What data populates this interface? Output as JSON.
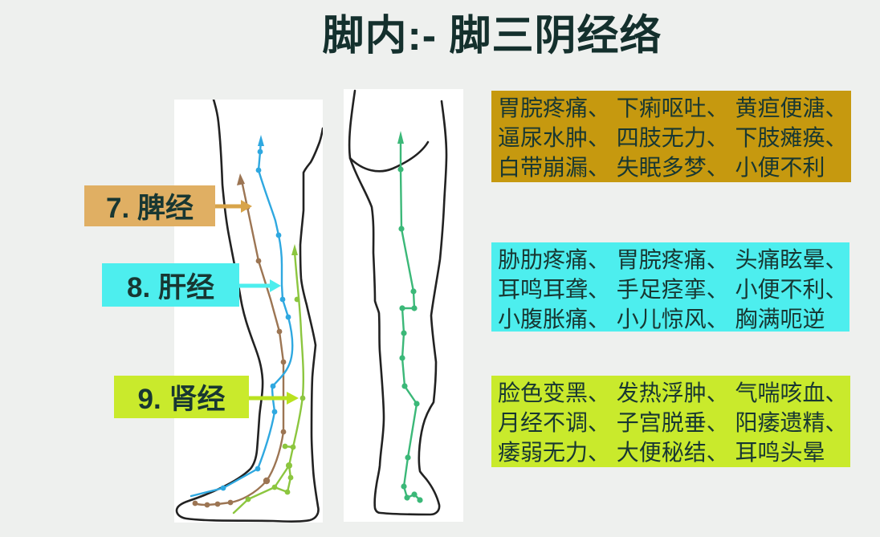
{
  "title": "脚内:- 脚三阴经络",
  "labels": {
    "spleen": "7. 脾经",
    "liver": "8. 肝经",
    "kidney": "9. 肾经"
  },
  "symptom_boxes": {
    "spleen": {
      "lines": [
        "胃脘疼痛、 下痢呕吐、 黄疸便溏、",
        "逼尿水肿、 四肢无力、 下肢瘫痪、",
        "白带崩漏、 失眠多梦、 小便不利"
      ]
    },
    "liver": {
      "lines": [
        "胁肋疼痛、 胃脘疼痛、 头痛眩晕、",
        "耳鸣耳聋、 手足痉挛、 小便不利、",
        "小腹胀痛、 小儿惊风、 胸满呃逆"
      ]
    },
    "kidney": {
      "lines": [
        "脸色变黑、 发热浮肿、 气喘咳血、",
        "月经不调、 子宫脱垂、 阳痿遗精、",
        "痿弱无力、 大便秘结、 耳鸣头晕"
      ]
    }
  },
  "colors": {
    "page_bg": "#eef0ee",
    "panel_bg": "#ffffff",
    "title_text": "#14302d",
    "text_dark": "#183732",
    "gold_box_bg": "#c6990f",
    "tan_label_bg": "#e0af63",
    "tan_arrow": "#d8a44a",
    "cyan_bg": "#4deeee",
    "lime_bg": "#c9ea2c",
    "lime_arrow": "#b9e21f",
    "blue_line": "#2fa8e0",
    "brown_line": "#9c7553",
    "lime_line": "#8cc63f",
    "green_line": "#3bb878",
    "outline": "#222222"
  }
}
